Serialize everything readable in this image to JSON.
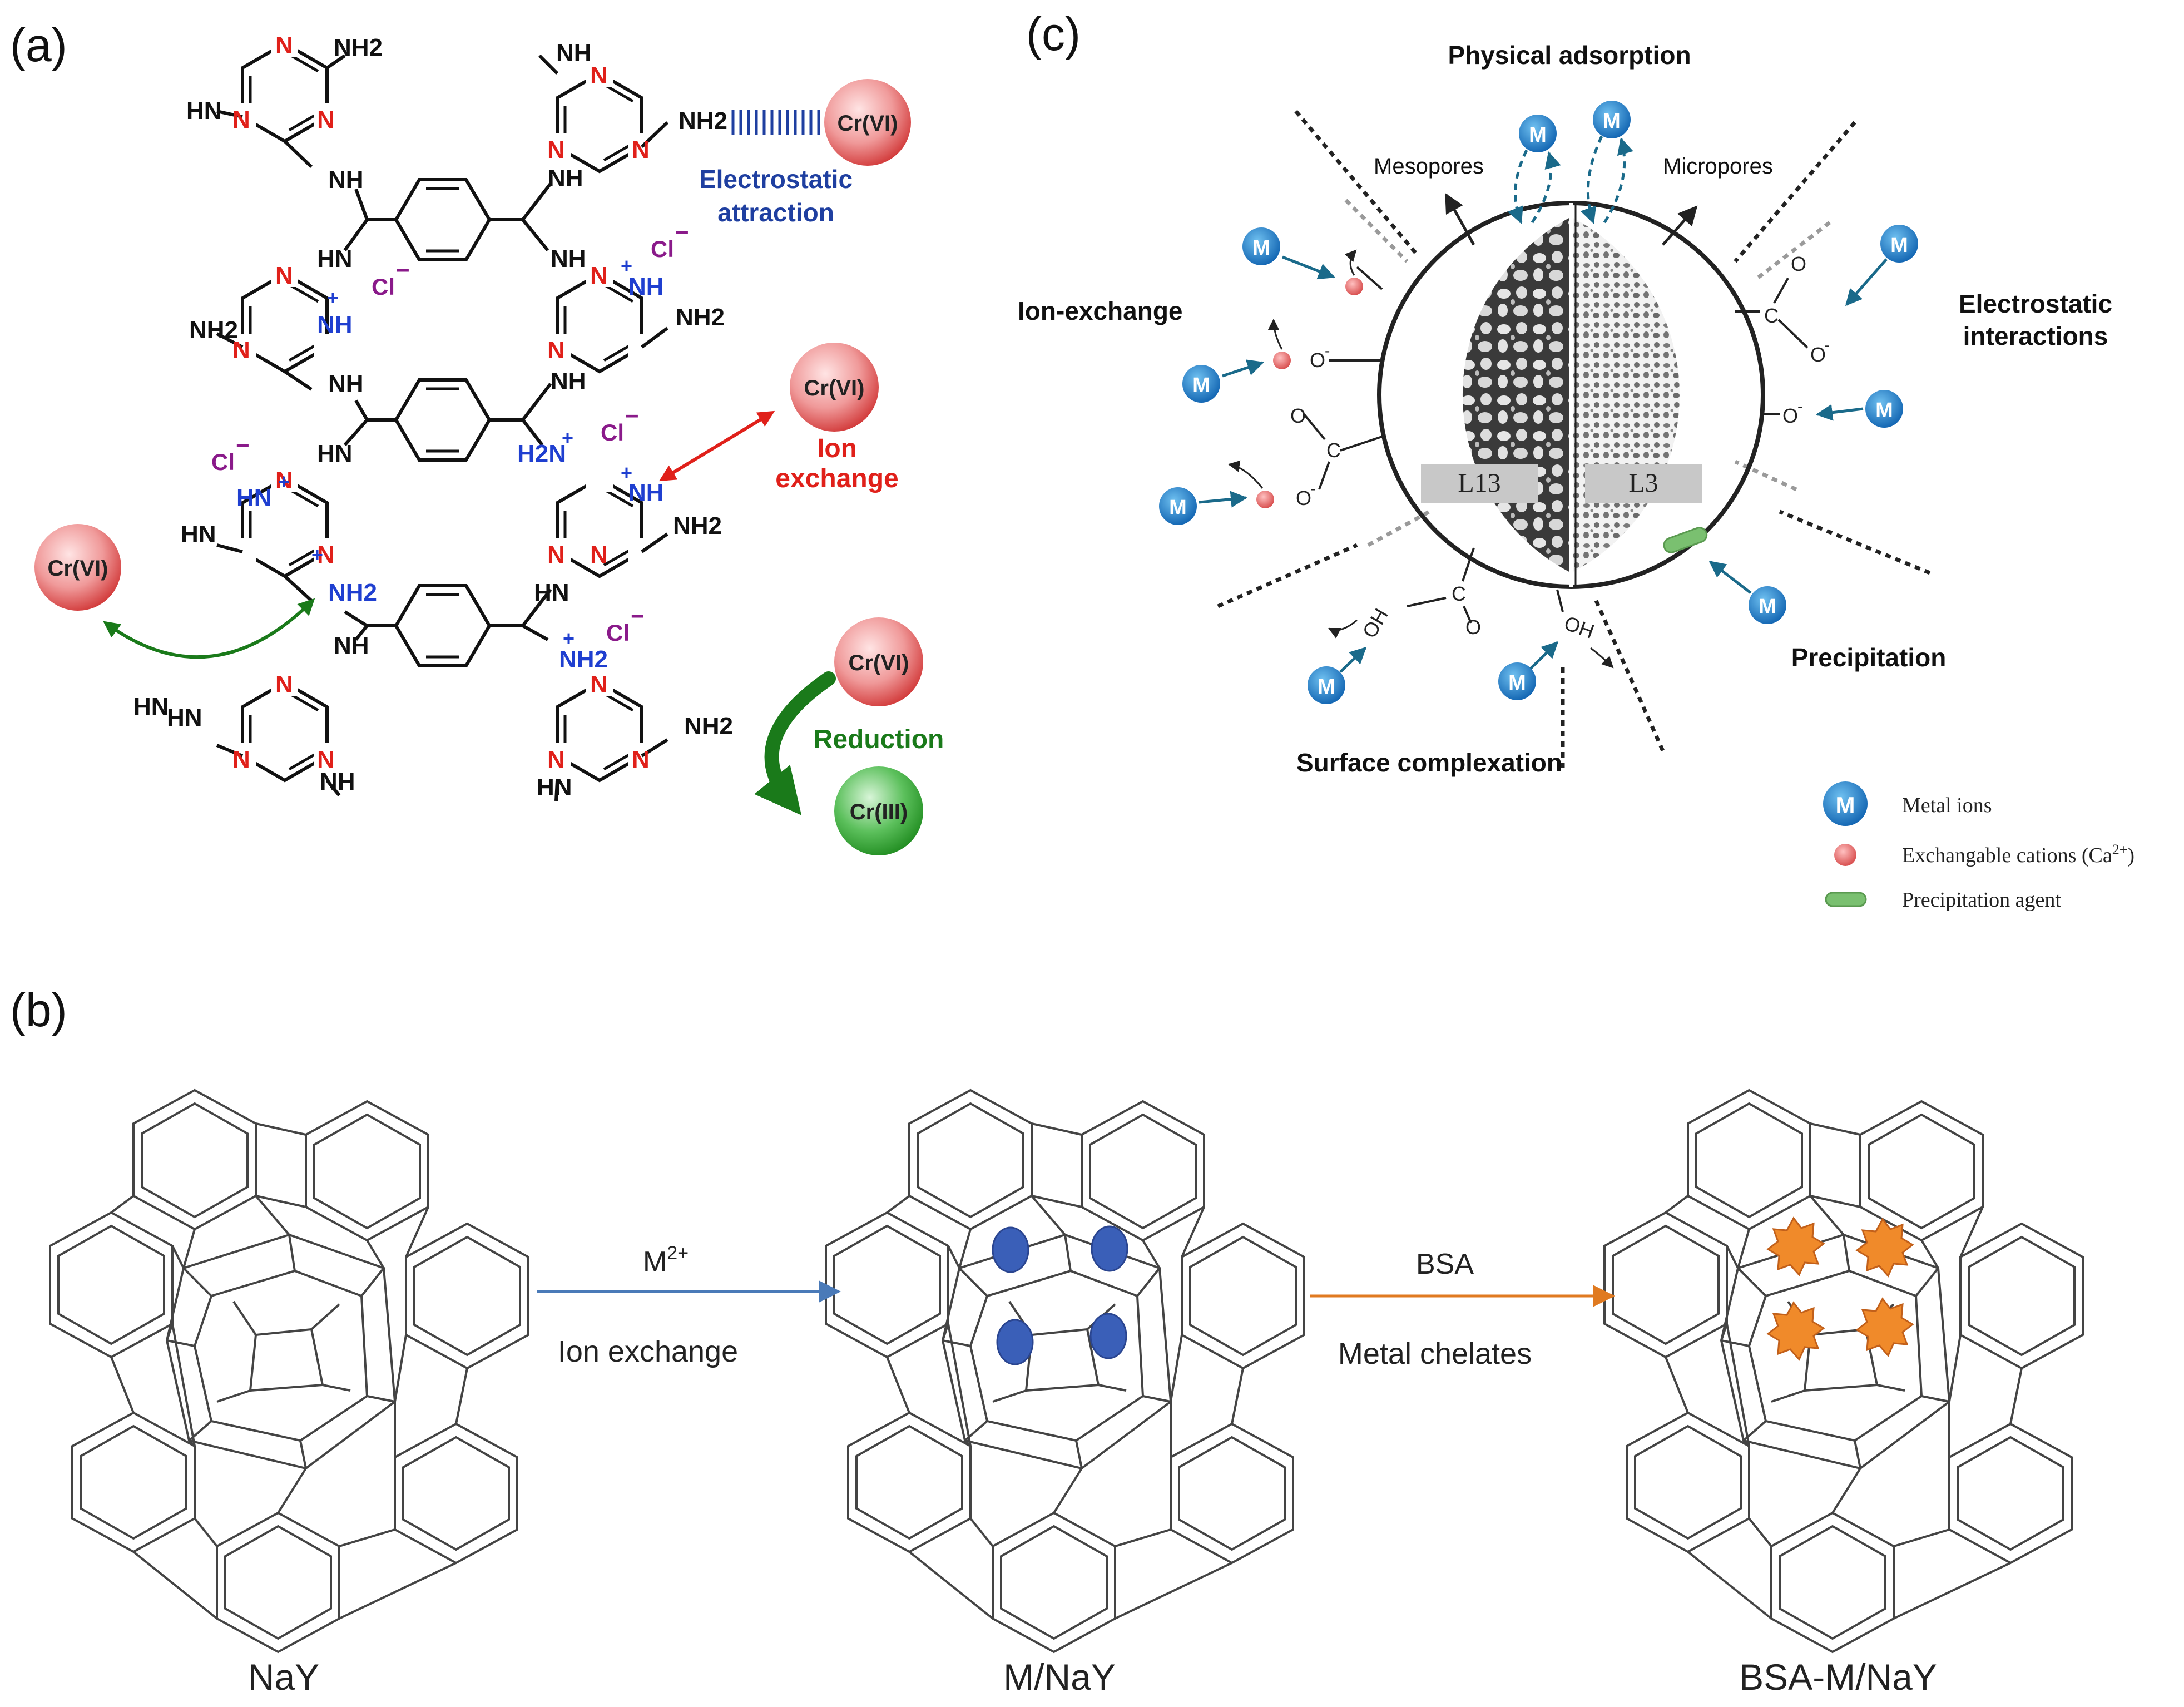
{
  "panels": {
    "a": {
      "label": "(a)",
      "atoms": {
        "nh2": "NH2",
        "nh": "NH",
        "hn": "HN",
        "n": "N",
        "h2n_plus": "H2N",
        "hn_plus": "HN",
        "nh_plus": "NH",
        "plus": "+",
        "cl": "Cl",
        "minus": "−"
      },
      "species": {
        "cr6": "Cr(VI)",
        "cr3": "Cr(III)"
      },
      "mechanisms": {
        "electrostatic_line1": "Electrostatic",
        "electrostatic_line2": "attraction",
        "ion_exchange_line1": "Ion",
        "ion_exchange_line2": "exchange",
        "reduction": "Reduction"
      },
      "colors": {
        "electrostatic": "#1f3fa0",
        "ion_exchange": "#e0201a",
        "reduction": "#1a7a1a",
        "nitrogen": "#e0201a",
        "protonated": "#1f3fd0",
        "chloride": "#8a1a8a"
      }
    },
    "b": {
      "label": "(b)",
      "steps": [
        {
          "name": "NaY"
        },
        {
          "name": "M/NaY"
        },
        {
          "name": "BSA-M/NaY"
        }
      ],
      "arrow1": {
        "top": "M",
        "top_sup": "2+",
        "bottom": "Ion exchange",
        "color": "#4a7ab8"
      },
      "arrow2": {
        "top": "BSA",
        "bottom": "Metal chelates",
        "color": "#e07a20"
      },
      "colors": {
        "metal": "#3a5fb8",
        "bsa": "#f08a2a"
      }
    },
    "c": {
      "label": "(c)",
      "mechanisms": {
        "physical_adsorption": "Physical adsorption",
        "ion_exchange": "Ion-exchange",
        "electrostatic_line1": "Electrostatic",
        "electrostatic_line2": "interactions",
        "precipitation": "Precipitation",
        "surface_complexation": "Surface complexation"
      },
      "pores": {
        "meso": "Mesopores",
        "micro": "Micropores"
      },
      "samples": {
        "left": "L13",
        "right": "L3"
      },
      "groups": {
        "o_minus": "O",
        "o": "O",
        "c": "C",
        "oh": "OH",
        "minus": "-"
      },
      "metal_symbol": "M",
      "legend": [
        {
          "label": "Metal ions"
        },
        {
          "label": "Exchangable cations (Ca",
          "sup": "2+",
          "tail": ")"
        },
        {
          "label": "Precipitation agent"
        }
      ],
      "colors": {
        "metal": "#1a7fc8",
        "cation": "#e05a5a",
        "precipitation": "#7ac070",
        "arrow": "#1a6a8a"
      }
    }
  }
}
